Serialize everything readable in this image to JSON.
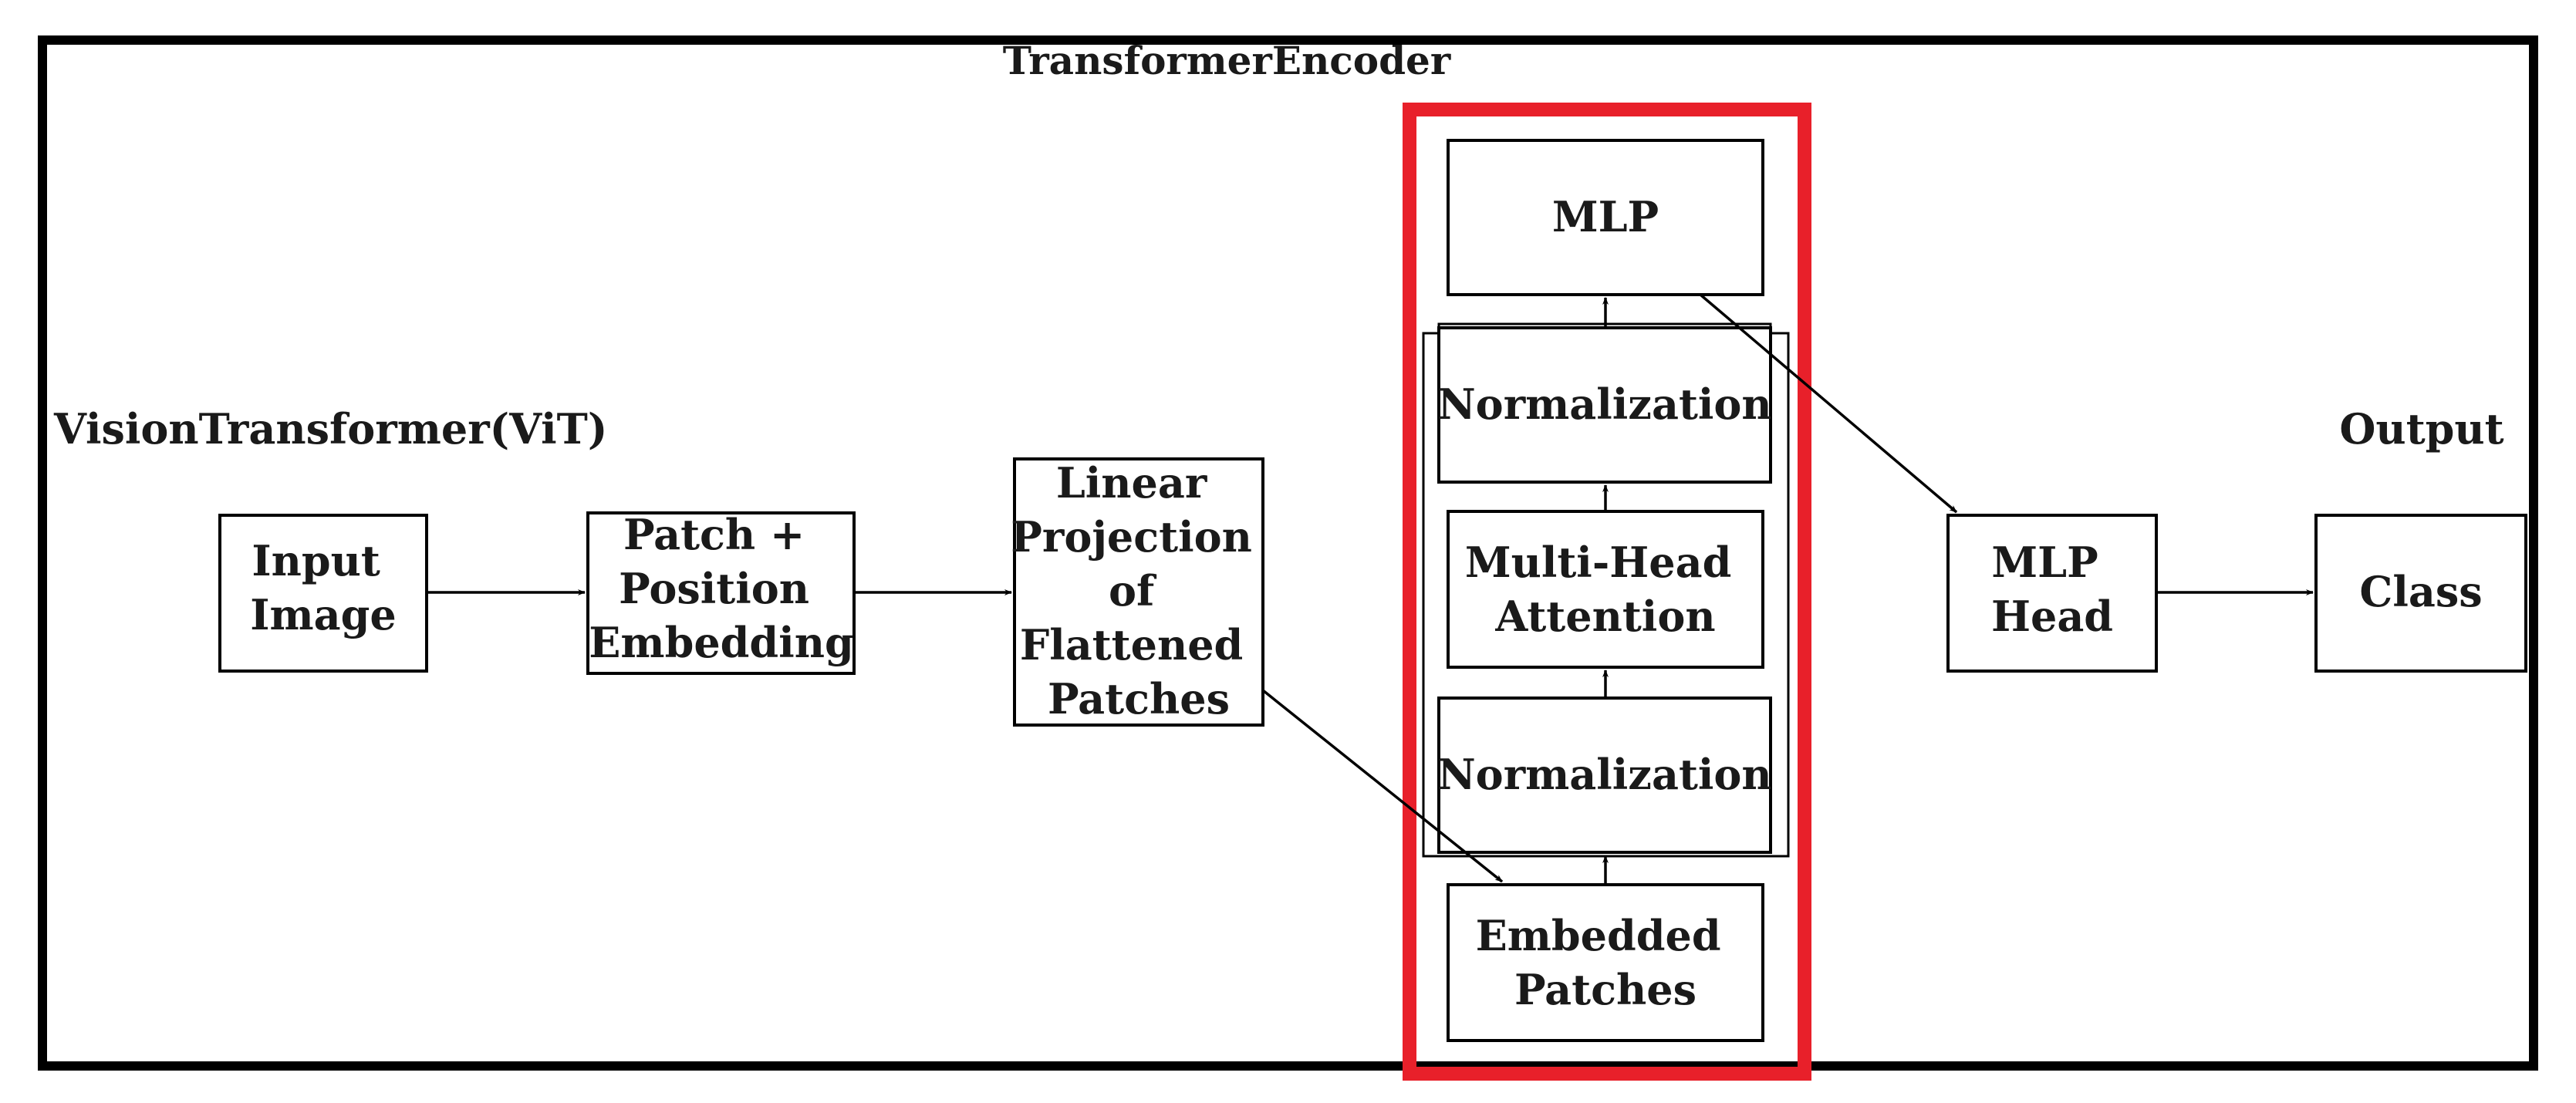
{
  "titles": {
    "transformer_encoder": "TransformerEncoder",
    "vision_transformer": "VisionTransformer(ViT)",
    "output": "Output"
  },
  "nodes": {
    "input_image": [
      "Input",
      "Image"
    ],
    "patch_position_embedding": [
      "Patch +",
      "Position",
      "Embedding"
    ],
    "linear_projection": [
      "Linear",
      "Projection",
      "of",
      "Flattened",
      "Patches"
    ],
    "encoder_mlp": [
      "MLP"
    ],
    "normalization_upper": [
      "Normalization"
    ],
    "multi_head_attention": [
      "Multi-Head",
      "Attention"
    ],
    "normalization_lower": [
      "Normalization"
    ],
    "embedded_patches": [
      "Embedded",
      "Patches"
    ],
    "mlp_head": [
      "MLP",
      "Head"
    ],
    "class": [
      "Class"
    ]
  },
  "colors": {
    "border": "#000000",
    "highlight": "#e8202a",
    "text": "#1a1a1a",
    "background": "#ffffff"
  }
}
